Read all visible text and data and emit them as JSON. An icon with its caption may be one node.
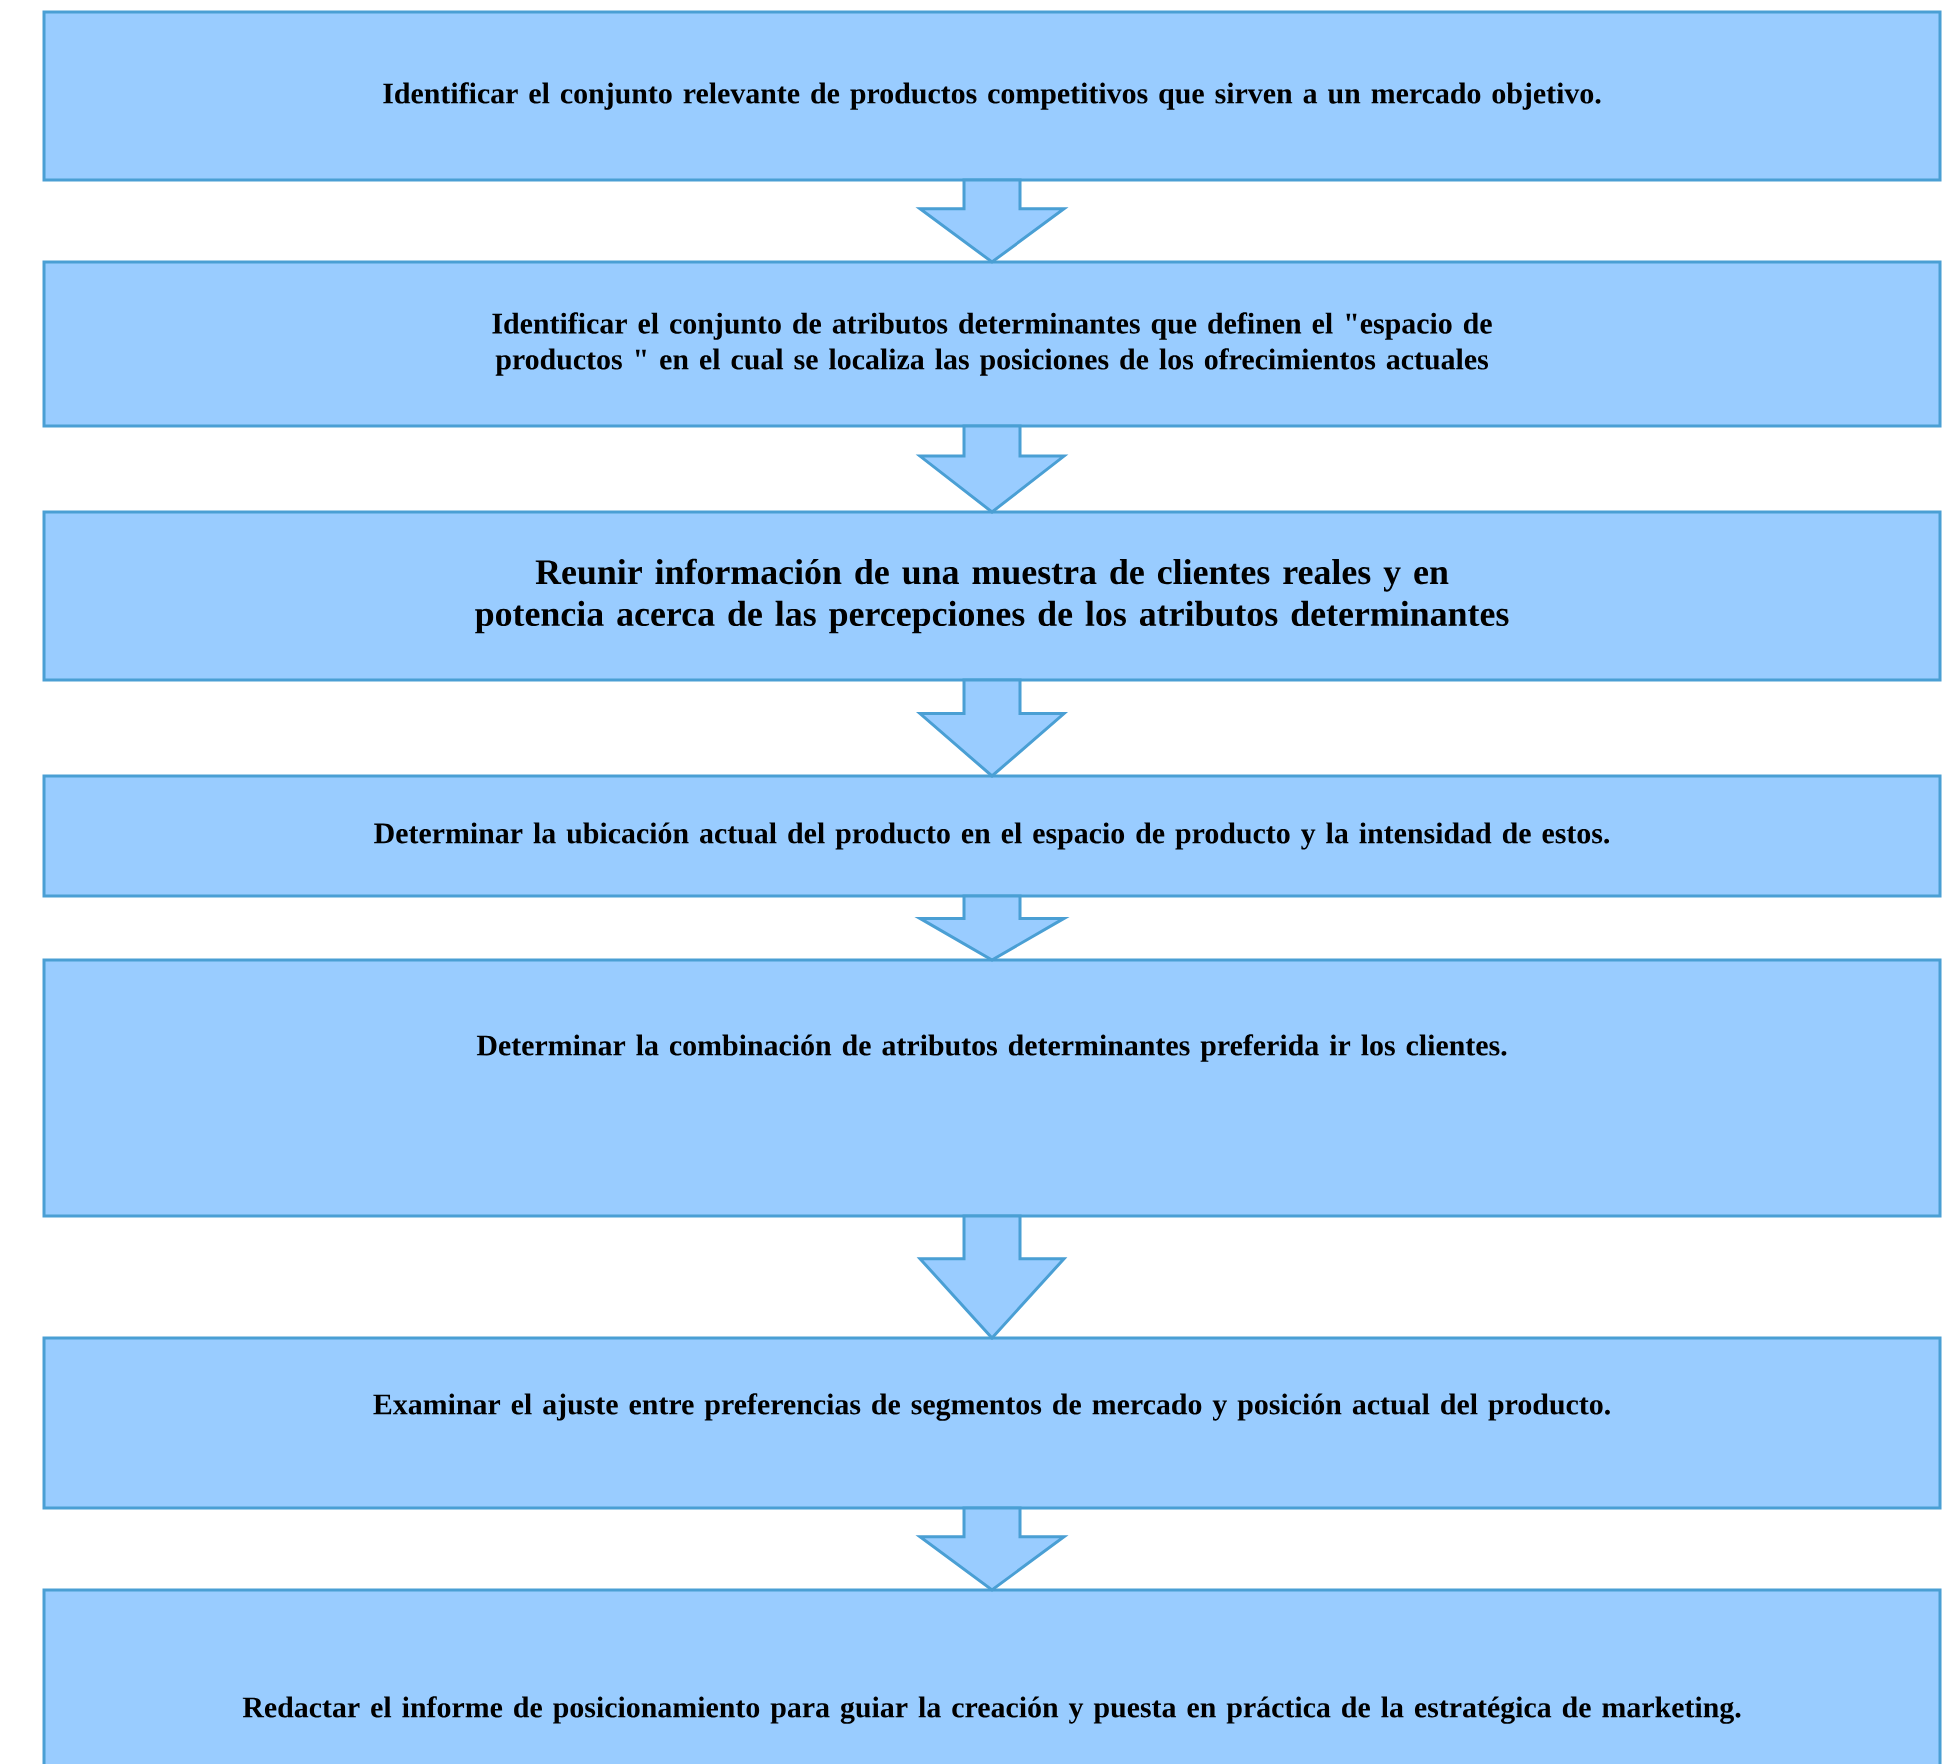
{
  "diagram": {
    "nodes": [
      {
        "text": [
          "Identificar el conjunto relevante de productos competitivos que sirven a un mercado objetivo."
        ]
      },
      {
        "text": [
          "Identificar el conjunto de atributos determinantes que definen el \"espacio de productos \" en el cual se localiza las posiciones de los ofrecimientos actuales"
        ]
      },
      {
        "text": [
          "Reunir información de una muestra de clientes reales y en potencia acerca de las percepciones de los atributos determinantes"
        ]
      },
      {
        "text": [
          "Determinar la ubicación actual del producto en el espacio de producto y la intensidad de estos."
        ]
      },
      {
        "text": [
          "Determinar la combinación de atributos determinantes preferida ir los clientes."
        ]
      },
      {
        "text": [
          "Examinar el ajuste entre preferencias de segmentos de mercado y posición actual del producto."
        ]
      },
      {
        "text": [
          "Redactar el informe de posicionamiento para guiar la creación y puesta en práctica de la estratégica de marketing."
        ]
      }
    ],
    "edges": [
      {
        "from": 0,
        "to": 1,
        "arrow": "to"
      },
      {
        "from": 1,
        "to": 2,
        "arrow": "to"
      },
      {
        "from": 2,
        "to": 3,
        "arrow": "to"
      },
      {
        "from": 3,
        "to": 4,
        "arrow": "to"
      },
      {
        "from": 4,
        "to": 5,
        "arrow": "to"
      },
      {
        "from": 5,
        "to": 6,
        "arrow": "to"
      }
    ]
  }
}
